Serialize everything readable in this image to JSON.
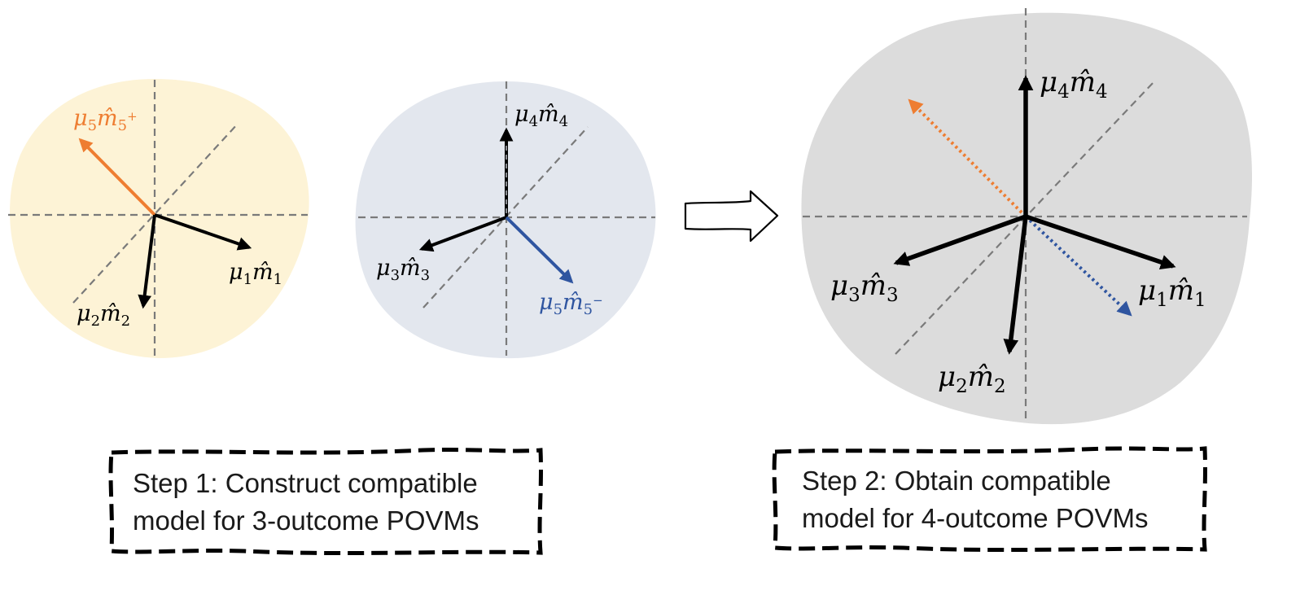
{
  "colors": {
    "panel1_fill": "#fdf3d6",
    "panel2_fill": "#e3e7ee",
    "panel3_fill": "#dcdcdc",
    "black_vector": "#000000",
    "orange_vector": "#ee7d31",
    "blue_vector": "#2f55a0",
    "guide_line": "#7a7a7a"
  },
  "panel1": {
    "label_m1": {
      "coef": "μ",
      "coef_sub": "1",
      "vec": "m̂",
      "vec_sub": "1",
      "sup": ""
    },
    "label_m2": {
      "coef": "μ",
      "coef_sub": "2",
      "vec": "m̂",
      "vec_sub": "2",
      "sup": ""
    },
    "label_m5p": {
      "coef": "μ",
      "coef_sub": "5",
      "vec": "m̂",
      "vec_sub": "5",
      "sup": "+"
    }
  },
  "panel2": {
    "label_m4": {
      "coef": "μ",
      "coef_sub": "4",
      "vec": "m̂",
      "vec_sub": "4",
      "sup": ""
    },
    "label_m3": {
      "coef": "μ",
      "coef_sub": "3",
      "vec": "m̂",
      "vec_sub": "3",
      "sup": ""
    },
    "label_m5m": {
      "coef": "μ",
      "coef_sub": "5",
      "vec": "m̂",
      "vec_sub": "5",
      "sup": "−"
    }
  },
  "panel3": {
    "label_m4": {
      "coef": "μ",
      "coef_sub": "4",
      "vec": "m̂",
      "vec_sub": "4",
      "sup": ""
    },
    "label_m3": {
      "coef": "μ",
      "coef_sub": "3",
      "vec": "m̂",
      "vec_sub": "3",
      "sup": ""
    },
    "label_m1": {
      "coef": "μ",
      "coef_sub": "1",
      "vec": "m̂",
      "vec_sub": "1",
      "sup": ""
    },
    "label_m2": {
      "coef": "μ",
      "coef_sub": "2",
      "vec": "m̂",
      "vec_sub": "2",
      "sup": ""
    }
  },
  "step1": {
    "line1": "Step 1:  Construct compatible",
    "line2": "model for 3-outcome POVMs"
  },
  "step2": {
    "line1": "Step 2:  Obtain compatible",
    "line2": "model for 4-outcome POVMs"
  },
  "icons": {
    "transition": "outline-right-arrow-icon"
  }
}
